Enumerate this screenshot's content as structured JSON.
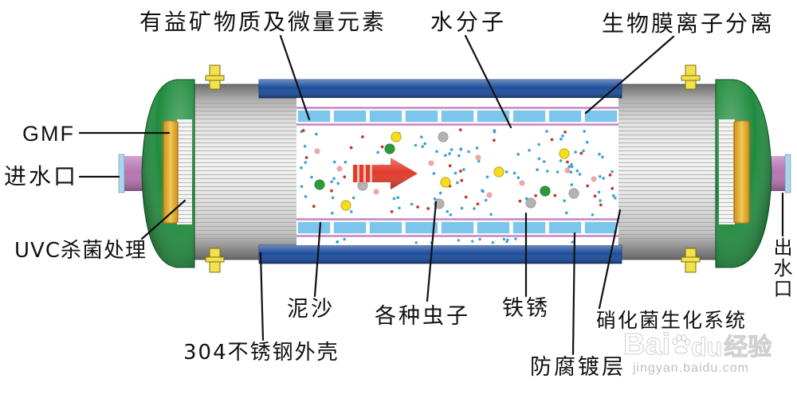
{
  "diagram": {
    "labels": {
      "minerals": "有益矿物质及微量元素",
      "water_molecules": "水分子",
      "biofilm_separation": "生物膜离子分离",
      "gmf": "GMF",
      "inlet": "进水口",
      "uvc": "UVC杀菌处理",
      "outlet": "出水口",
      "silt": "泥沙",
      "insects": "各种虫子",
      "rust": "铁锈",
      "shell": "304不锈钢外壳",
      "coating": "防腐镀层",
      "nitrification": "硝化菌生化系统"
    },
    "colors": {
      "end_cap": "#1f8b3d",
      "shell_band": "#1d4e9d",
      "membrane": "#7cc5ec",
      "membrane_edge": "#c884c0",
      "gmf_band": "#f3b724",
      "pipe": "#b774b3",
      "clip": "#f2e24c",
      "flow_arrow": "#e23a2b",
      "leader_line": "#111111",
      "label_text": "#111111"
    },
    "icons": {
      "flow": "flow-arrow-icon",
      "watermark": "paw-icon"
    }
  },
  "watermark": {
    "brand_left": "Bai",
    "brand_right": "du",
    "suffix": "经验",
    "url": "jingyan.baidu.com"
  }
}
